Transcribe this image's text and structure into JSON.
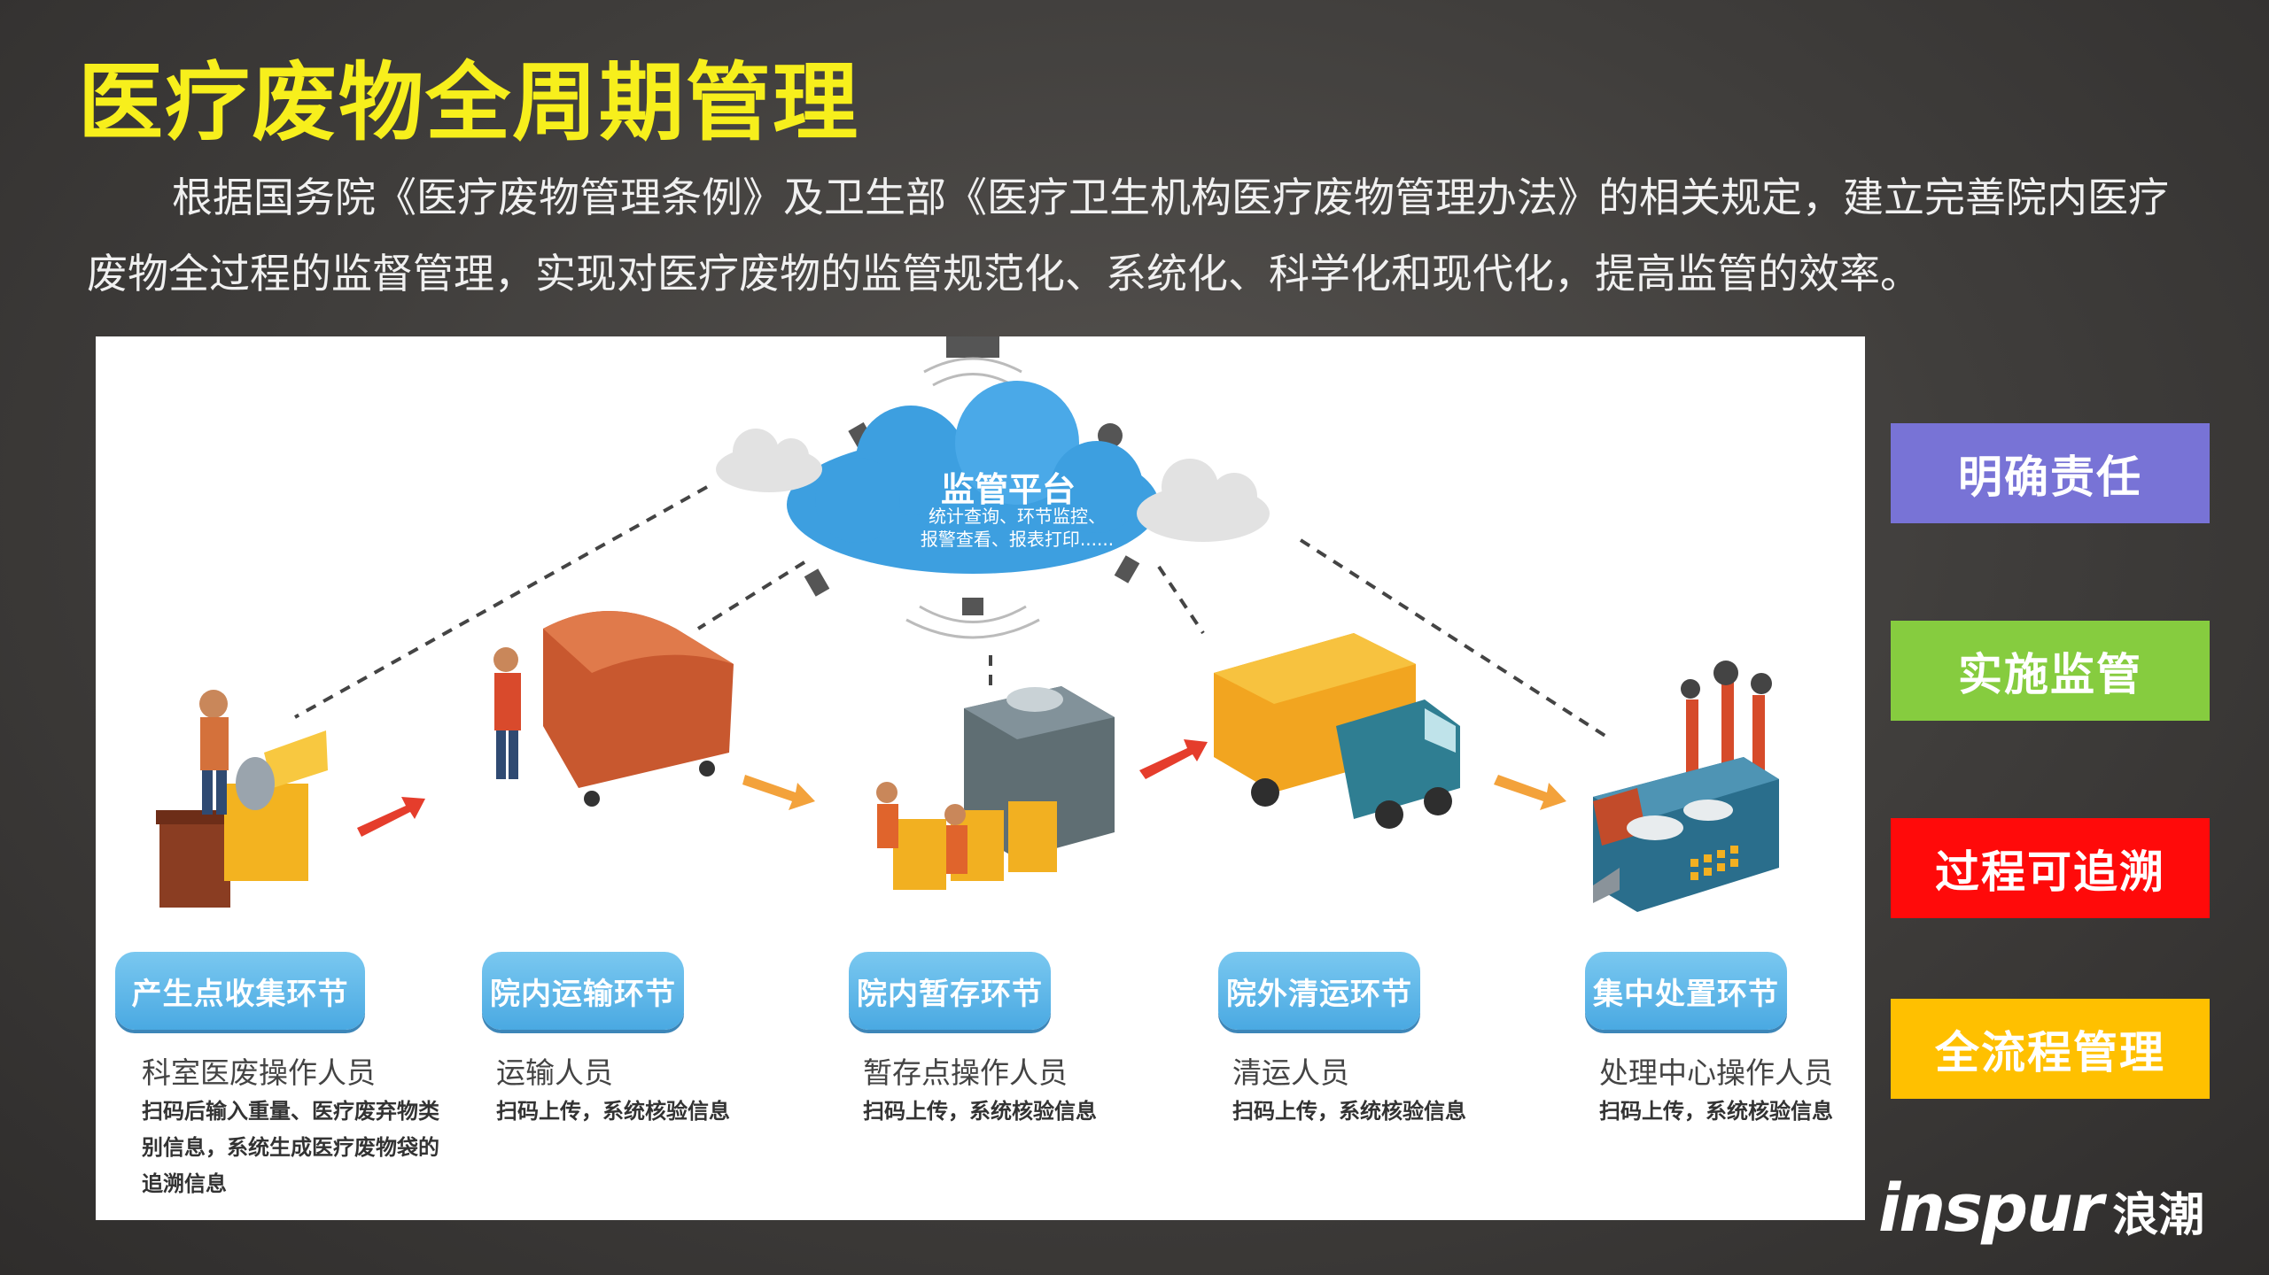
{
  "title": "医疗废物全周期管理",
  "intro": "根据国务院《医疗废物管理条例》及卫生部《医疗卫生机构医疗废物管理办法》的相关规定，建立完善院内医疗废物全过程的监督管理，实现对医疗废物的监管规范化、系统化、科学化和现代化，提高监管的效率。",
  "platform": {
    "title": "监管平台",
    "subtitle_line1": "统计查询、环节监控、",
    "subtitle_line2": "报警查看、报表打印......"
  },
  "stages": [
    {
      "label": "产生点收集环节",
      "role": "科室医废操作人员",
      "desc": "扫码后输入重量、医疗废弃物类别信息，系统生成医疗废物袋的追溯信息"
    },
    {
      "label": "院内运输环节",
      "role": "运输人员",
      "desc": "扫码上传，系统核验信息"
    },
    {
      "label": "院内暂存环节",
      "role": "暂存点操作人员",
      "desc": "扫码上传，系统核验信息"
    },
    {
      "label": "院外清运环节",
      "role": "清运人员",
      "desc": "扫码上传，系统核验信息"
    },
    {
      "label": "集中处置环节",
      "role": "处理中心操作人员",
      "desc": "扫码上传，系统核验信息"
    }
  ],
  "side_buttons": [
    {
      "label": "明确责任",
      "color": "#7873d6"
    },
    {
      "label": "实施监管",
      "color": "#86cc3f"
    },
    {
      "label": "过程可追溯",
      "color": "#ff0a0a"
    },
    {
      "label": "全流程管理",
      "color": "#ffc000"
    }
  ],
  "logo": {
    "word": "inspur",
    "cn": "浪潮"
  }
}
